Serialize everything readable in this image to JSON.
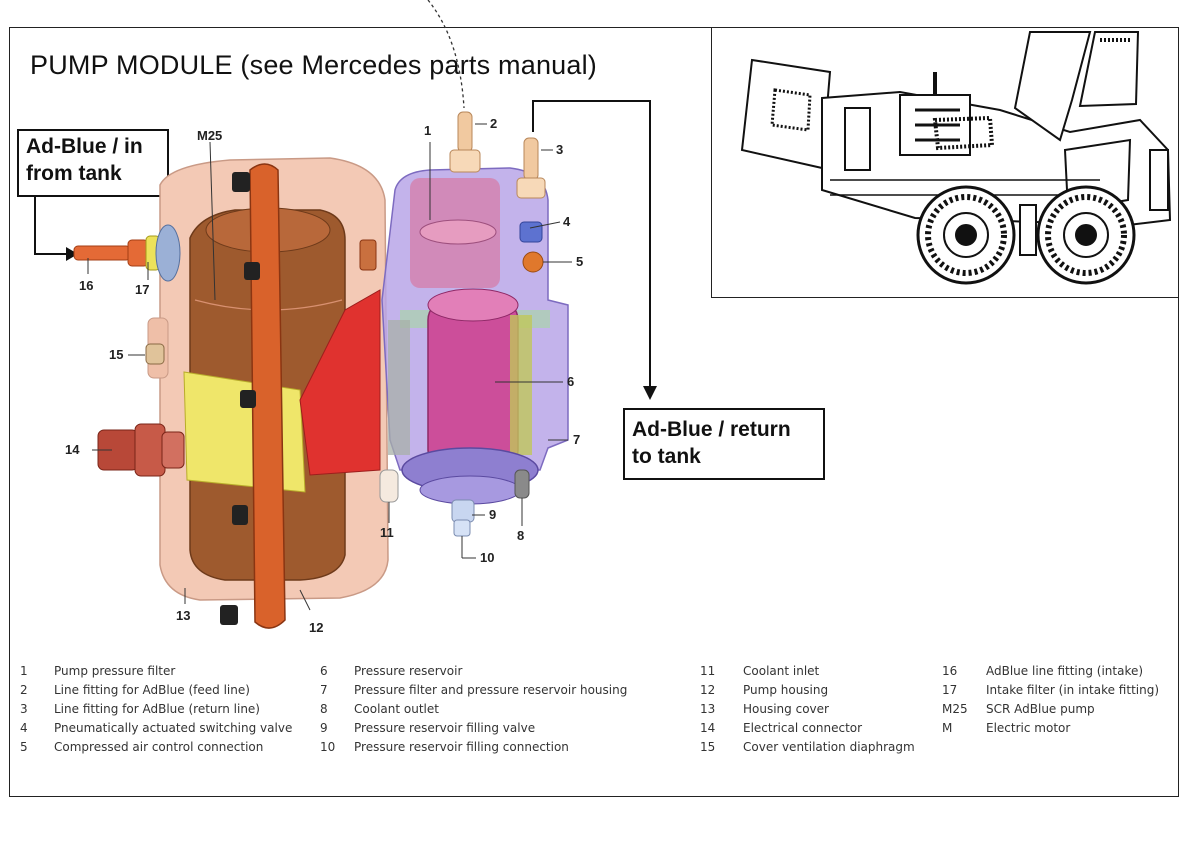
{
  "title": "PUMP MODULE  (see Mercedes parts manual)",
  "labels": {
    "adblue_in": [
      "Ad-Blue / in",
      "from tank"
    ],
    "adblue_return": [
      "Ad-Blue / return",
      "to tank"
    ]
  },
  "callouts": [
    "1",
    "2",
    "3",
    "4",
    "5",
    "6",
    "7",
    "8",
    "9",
    "10",
    "11",
    "12",
    "13",
    "14",
    "15",
    "16",
    "17",
    "M25"
  ],
  "legend": [
    {
      "num": "1",
      "text": "Pump pressure filter"
    },
    {
      "num": "2",
      "text": "Line fitting for AdBlue (feed line)"
    },
    {
      "num": "3",
      "text": "Line fitting for AdBlue (return line)"
    },
    {
      "num": "4",
      "text": "Pneumatically actuated switching valve"
    },
    {
      "num": "5",
      "text": "Compressed air control connection"
    },
    {
      "num": "6",
      "text": "Pressure reservoir"
    },
    {
      "num": "7",
      "text": "Pressure filter and pressure reservoir housing"
    },
    {
      "num": "8",
      "text": "Coolant outlet"
    },
    {
      "num": "9",
      "text": "Pressure reservoir filling valve"
    },
    {
      "num": "10",
      "text": "Pressure reservoir filling connection"
    },
    {
      "num": "11",
      "text": "Coolant inlet"
    },
    {
      "num": "12",
      "text": "Pump housing"
    },
    {
      "num": "13",
      "text": "Housing cover"
    },
    {
      "num": "14",
      "text": "Electrical connector"
    },
    {
      "num": "15",
      "text": "Cover ventilation diaphragm"
    },
    {
      "num": "16",
      "text": "AdBlue line fitting (intake)"
    },
    {
      "num": "17",
      "text": "Intake filter (in intake fitting)"
    },
    {
      "num": "M25",
      "text": "SCR AdBlue pump"
    },
    {
      "num": "M",
      "text": "Electric motor"
    }
  ],
  "colors": {
    "pump_housing": "#f3c9b5",
    "motor_body": "#9e5a2e",
    "bracket": "#d9622b",
    "reservoir_housing": "#b9a6e8",
    "reservoir": "#cc4e9a",
    "filter_red": "#e0322f",
    "yellow_plate": "#efe66a"
  }
}
